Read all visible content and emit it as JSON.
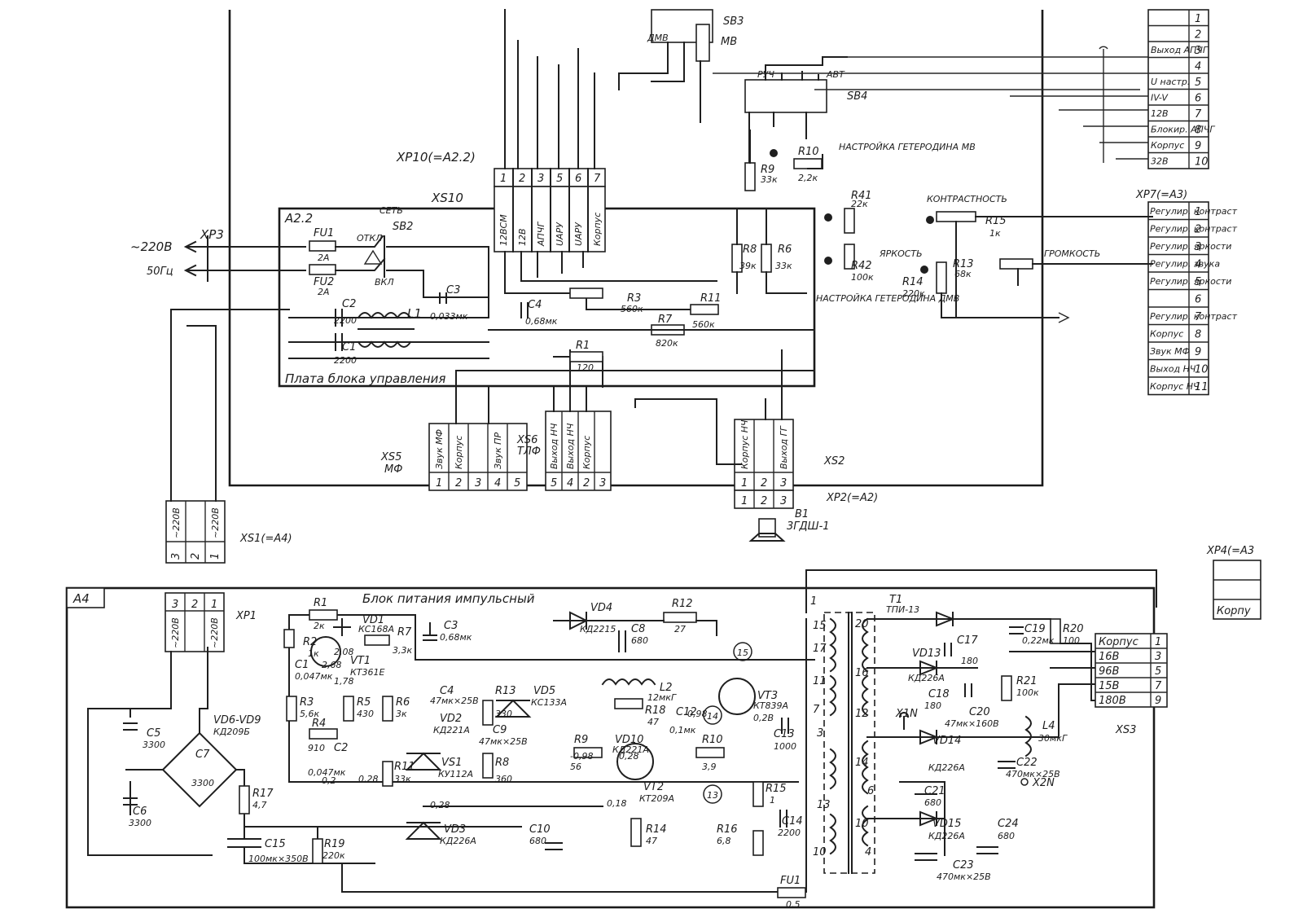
{
  "top_section": {
    "board_ref": "A2.2",
    "board_title": "Плата блока управления",
    "xp3": "XP3",
    "mains_voltage": "~220В",
    "mains_freq": "50Гц",
    "fu1": {
      "name": "FU1",
      "value": "2А"
    },
    "fu2": {
      "name": "FU2",
      "value": "2А"
    },
    "sb2": {
      "name": "SB2",
      "net": "СЕТЬ",
      "off": "ОТКЛ",
      "on": "ВКЛ"
    },
    "c1": {
      "name": "C1",
      "value": "2200"
    },
    "c2": {
      "name": "C2",
      "value": "2200"
    },
    "c3": {
      "name": "C3",
      "value": "0,033мк"
    },
    "l1": "L1",
    "c4": {
      "name": "C4",
      "value": "0,68мк"
    },
    "r1": {
      "name": "R1",
      "value": "120"
    },
    "r3": {
      "name": "R3",
      "value": "560к"
    },
    "r7": {
      "name": "R7",
      "value": "820к"
    },
    "r8": {
      "name": "R8",
      "value": "39к"
    },
    "r6": {
      "name": "R6",
      "value": "33к"
    },
    "r9": {
      "name": "R9",
      "value": "33к"
    },
    "r10": {
      "name": "R10",
      "value": "2,2к"
    },
    "r11": {
      "name": "R11",
      "value": "560к"
    },
    "r41": {
      "name": "R41",
      "value": "22к"
    },
    "r42": {
      "name": "R42",
      "value": "100к"
    },
    "r13": {
      "name": "R13",
      "value": "68к"
    },
    "r14": {
      "name": "R14",
      "value": "220к"
    },
    "r15": {
      "name": "R15",
      "value": "1к"
    },
    "tune_mv": "НАСТРОЙКА ГЕТЕРОДИНА МВ",
    "tune_dmv": "НАСТРОЙКА ГЕТЕРОДИНА ДМВ",
    "contrast": "КОНТРАСТНОСТЬ",
    "brightness": "ЯРКОСТЬ",
    "volume": "ГРОМКОСТЬ",
    "xp10": "XP10(=A2.2)",
    "xs10": "XS10",
    "xs10_pins": [
      "1",
      "2",
      "3",
      "5",
      "6",
      "7"
    ],
    "xs10_labels": [
      "12ВСМ",
      "12В",
      "АПЧГ",
      "UАРУ",
      "UАРУ",
      "Корпус"
    ],
    "sb3": "SB3",
    "mv": "МВ",
    "dmv": "ДМВ",
    "sb4": "SB4",
    "ruch": "РУЧ",
    "avt": "АВТ",
    "xs5": {
      "name": "XS5",
      "sub": "МФ"
    },
    "xs5_labels": [
      "Звук МФ",
      "Корпус",
      "Звук ПР"
    ],
    "xs5_pins": [
      "1",
      "2",
      "3",
      "4",
      "5"
    ],
    "xs6": {
      "name": "XS6",
      "sub": "ТЛФ"
    },
    "xs6_labels": [
      "Выход НЧ",
      "Выход НЧ",
      "Корпус"
    ],
    "xs6_pins": [
      "5",
      "4",
      "2",
      "3"
    ],
    "xs2": "XS2",
    "xs2_labels": [
      "Корпус НЧ",
      "Выход ГГ"
    ],
    "xs2_pins": [
      "1",
      "2",
      "3"
    ],
    "xp2": "XP2(=A2)",
    "b1": {
      "name": "B1",
      "value": "3ГДШ-1"
    },
    "xs1": "XS1(=A4)",
    "xs1_labels": [
      "~220В",
      "~220В"
    ],
    "xs1_pins": [
      "3",
      "2",
      "1"
    ]
  },
  "right_connector_top": {
    "rows": [
      {
        "label": "",
        "pin": "1"
      },
      {
        "label": "",
        "pin": "2"
      },
      {
        "label": "Выход АПЧГ",
        "pin": "3"
      },
      {
        "label": "",
        "pin": "4"
      },
      {
        "label": "U настр.",
        "pin": "5"
      },
      {
        "label": "IV-V",
        "pin": "6"
      },
      {
        "label": "12В",
        "pin": "7"
      },
      {
        "label": "Блокир. АПЧГ",
        "pin": "8"
      },
      {
        "label": "Корпус",
        "pin": "9"
      },
      {
        "label": "32В",
        "pin": "10"
      }
    ]
  },
  "xp7": {
    "name": "XP7(=A3)",
    "rows": [
      {
        "label": "Регулир. контраст",
        "pin": "1"
      },
      {
        "label": "Регулир. контраст",
        "pin": "2"
      },
      {
        "label": "Регулир. яркости",
        "pin": "3"
      },
      {
        "label": "Регулир. звука",
        "pin": "4"
      },
      {
        "label": "Регулир. яркости",
        "pin": "5"
      },
      {
        "label": "",
        "pin": "6"
      },
      {
        "label": "Регулир. контраст",
        "pin": "7"
      },
      {
        "label": "Корпус",
        "pin": "8"
      },
      {
        "label": "Звук МФ",
        "pin": "9"
      },
      {
        "label": "Выход НЧ",
        "pin": "10"
      },
      {
        "label": "Корпус НЧ",
        "pin": "11"
      }
    ]
  },
  "power_section": {
    "ref": "A4",
    "title": "Блок питания импульсный",
    "xp1": "XP1",
    "xp1_labels": [
      "~220В",
      "~220В"
    ],
    "xp1_pins": [
      "3",
      "2",
      "1"
    ],
    "r1": {
      "name": "R1",
      "value": "2к"
    },
    "r2": {
      "name": "R2",
      "value": "1к"
    },
    "r7": {
      "name": "R7",
      "value": "3,3к"
    },
    "r3": {
      "name": "R3",
      "value": "5,6к"
    },
    "r4": {
      "name": "R4",
      "value": "910"
    },
    "r5": {
      "name": "R5",
      "value": "430"
    },
    "r6": {
      "name": "R6",
      "value": "3к"
    },
    "r11": {
      "name": "R11",
      "value": "33к"
    },
    "r13": {
      "name": "R13",
      "value": "330"
    },
    "r8": {
      "name": "R8",
      "value": "360"
    },
    "r9": {
      "name": "R9",
      "value": "56"
    },
    "r10": {
      "name": "R10",
      "value": "3,9"
    },
    "r12": {
      "name": "R12",
      "value": "27"
    },
    "r14": {
      "name": "R14",
      "value": "47"
    },
    "r15": {
      "name": "R15",
      "value": "1"
    },
    "r16": {
      "name": "R16",
      "value": "6,8"
    },
    "r17": {
      "name": "R17",
      "value": "4,7"
    },
    "r18": {
      "name": "R18",
      "value": "47"
    },
    "r19": {
      "name": "R19",
      "value": "220к"
    },
    "r20": {
      "name": "R20",
      "value": "100"
    },
    "r21": {
      "name": "R21",
      "value": "100к"
    },
    "c1": {
      "name": "C1",
      "value": "0,047мк"
    },
    "c2": {
      "name": "C2",
      "value": "0,047мк"
    },
    "c3": {
      "name": "C3",
      "value": "0,68мк"
    },
    "c4": {
      "name": "C4",
      "value": "47мк×25В"
    },
    "c5": {
      "name": "C5",
      "value": "3300"
    },
    "c6": {
      "name": "C6",
      "value": "3300"
    },
    "c7": {
      "name": "C7",
      "value": "3300"
    },
    "c8": {
      "name": "C8",
      "value": "680"
    },
    "c9": {
      "name": "C9",
      "value": "47мк×25В"
    },
    "c10": {
      "name": "C10",
      "value": "680"
    },
    "c12": {
      "name": "C12",
      "value": "0,1мк"
    },
    "c13": {
      "name": "C13",
      "value": "1000"
    },
    "c14": {
      "name": "C14",
      "value": "2200"
    },
    "c15": {
      "name": "C15",
      "value": "100мк×350В"
    },
    "c17": {
      "name": "C17",
      "value": "180"
    },
    "c18": {
      "name": "C18",
      "value": "180"
    },
    "c19": {
      "name": "C19",
      "value": "0,22мк"
    },
    "c20": {
      "name": "C20",
      "value": "47мк×160В"
    },
    "c21": {
      "name": "C21",
      "value": "680"
    },
    "c22": {
      "name": "C22",
      "value": "470мк×25В"
    },
    "c23": {
      "name": "C23",
      "value": "470мк×25В"
    },
    "c24": {
      "name": "C24",
      "value": "680"
    },
    "vd1": {
      "name": "VD1",
      "value": "КС168А"
    },
    "vd2": {
      "name": "VD2",
      "value": "КД221А"
    },
    "vd3": {
      "name": "VD3",
      "value": "КД226А"
    },
    "vd4": {
      "name": "VD4",
      "value": "КД2215"
    },
    "vd5": {
      "name": "VD5",
      "value": "КС133А"
    },
    "vd6": {
      "name": "VD6-VD9",
      "value": "КД209Б"
    },
    "vd10": {
      "name": "VD10",
      "value": "КД221А"
    },
    "vd13": {
      "name": "VD13",
      "value": "КД226А"
    },
    "vd14": {
      "name": "VD14",
      "value": "КД226А"
    },
    "vd15": {
      "name": "VD15",
      "value": "КД226А"
    },
    "vs1": {
      "name": "VS1",
      "value": "КУ112А"
    },
    "vt1": {
      "name": "VT1",
      "value": "КТ361Е"
    },
    "vt2": {
      "name": "VT2",
      "value": "КТ209А"
    },
    "vt3": {
      "name": "VT3",
      "value": "КТ839А"
    },
    "l2": {
      "name": "L2",
      "value": "12мкГ"
    },
    "l4": {
      "name": "L4",
      "value": "30мкГ"
    },
    "t1": {
      "name": "T1",
      "value": "ТПИ-13"
    },
    "fu1": {
      "name": "FU1",
      "value": "0,5"
    },
    "x1n": "X1N",
    "x2n": "X2N",
    "xs3": "XS3",
    "xs3_rows": [
      {
        "label": "Корпус",
        "pin": "1"
      },
      {
        "label": "16В",
        "pin": "3"
      },
      {
        "label": "96В",
        "pin": "5"
      },
      {
        "label": "15В",
        "pin": "7"
      },
      {
        "label": "180В",
        "pin": "9"
      }
    ],
    "xp4": "XP4(=A3",
    "xp4_label": "Корпу",
    "voltages": [
      "2,68",
      "2,08",
      "1,78",
      "0,2",
      "0,28",
      "0,28",
      "0,28",
      "-0,98",
      "-0,98",
      "0,18",
      "0,2В"
    ],
    "markers": [
      "14",
      "15",
      "13"
    ],
    "t1_pins": [
      "1",
      "15",
      "17",
      "11",
      "7",
      "3",
      "13",
      "10",
      "20",
      "16",
      "12",
      "14",
      "6",
      "10",
      "4"
    ]
  }
}
